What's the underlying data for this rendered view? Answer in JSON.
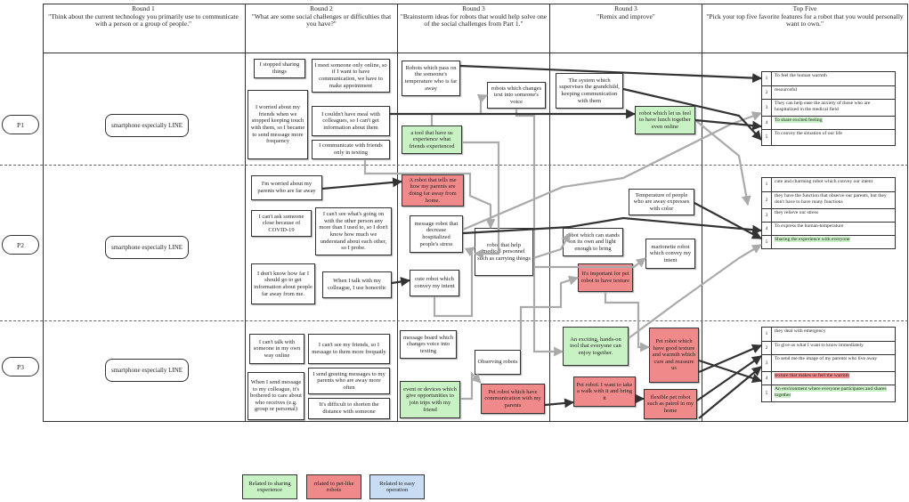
{
  "headers": [
    {
      "round": "Round 1",
      "question": "\"Think about the current technology you primarily use to communicate with a person or a group of people.\""
    },
    {
      "round": "Round 2",
      "question": "\"What are some social challenges or difficulties that you have?\""
    },
    {
      "round": "Round 3",
      "question": "\"Brainstorm ideas for robots that would help solve one of the social challenges from Part 1.\""
    },
    {
      "round": "Round 3",
      "question": "\"Remix and improve\""
    },
    {
      "round": "Top Five",
      "question": "\"Pick your top five favorite features for a robot that you would personally want to own.\""
    }
  ],
  "participants": [
    "P1",
    "P2",
    "P3"
  ],
  "technology": [
    "smartphone especially LINE",
    "smartphone especially LINE",
    "smartphone especially LINE"
  ],
  "round2": {
    "p1": [
      "I stopped sharing things",
      "I meet someone only online, so if I want to have communication, we have to make appointment",
      "I worried about my friends when we stopped keeping touch with them, so I became to send message more frequency",
      "I couldn't have meal with colleagues, so I can't get information about them",
      "I communicate with friends only in texting"
    ],
    "p2": [
      "I'm worried about my parents who are far away",
      "I can't ask someone close because of COVID-19",
      "I can't see what's going on with the other person any more than I used to, so I don't know how much we understand about each other, so I probe.",
      "I don't know how far I should go to get information about people far away from me.",
      "When I talk with my colleague, I use honorific"
    ],
    "p3": [
      "I can't talk with someone in my own way online",
      "I can't see my friends, so I message to them more frequatly",
      "When I send message to my colleague, it's bothered to care about who receives (e.g. group or personal)",
      "I send greeting messages to my parents who are away more often",
      "It's difficult to shorten the distance with someone"
    ]
  },
  "round3a": {
    "p1": [
      "Robots which pass on the someone's temperature who is far away",
      "robots which changes text into someone's voice",
      "a tool that have us experience what friends experienced"
    ],
    "p2": [
      "A robot that tells me how my parents are doing far away from home.",
      "message robot that decrease hospitalized people's stress",
      "robot that help medical personnel such as carrying things",
      "cute robot which convey my intent"
    ],
    "p3": [
      "message board which changes voice into texting",
      "Observing robots",
      "event or devices which give opportunities to join trips with my friend",
      "Pet robot which have communication with my parents"
    ]
  },
  "round3b": {
    "p1": [
      "The system which supervises the grandchild, keeping communication with them",
      "robot which let us feel to have lunch together even online"
    ],
    "p2": [
      "Temperature of people who are away expresses with color",
      "robot which can stands on its own and light enough to bring",
      "marionette robot which convey my intent",
      "It's important for pet robot to have texture"
    ],
    "p3": [
      "An exciting, hands-on tool that everyone can enjoy together.",
      "Pet robot which have good texture and warmth which cure and reassure us",
      "Pet robot: I want to take a walk with it and bring it",
      "flexible pet robot such as patrol in my home"
    ]
  },
  "topfive": {
    "p1": [
      "To feel the human warmth",
      "resourceful",
      "They can help ease the anxiety of those who are hospitalized in the medical field",
      "To share excited feeling",
      "To convey the situation of our life"
    ],
    "p2": [
      "cute and charming robot which convey our intent",
      "they have the function that observe our parents, but they don't have to have many functions",
      "they relieve our stress",
      "To express the human-temperature",
      "Sharing the experience with everyone"
    ],
    "p3": [
      "they deal with emergency",
      "To give us what I want to know immediately",
      "To send me the image of my parents who live away",
      "texture that makes us feel the warmth",
      "An environment where everyone participates and shares together"
    ]
  },
  "legend": [
    {
      "label": "Related to sharing experience",
      "color": "#c9f2c4"
    },
    {
      "label": "rrlated to pet-like robots",
      "color": "#f08a8a"
    },
    {
      "label": "Related to easy operation",
      "color": "#c8dcf4"
    }
  ],
  "colors": {
    "green": "#c9f2c4",
    "pink": "#f08a8a",
    "blue": "#c8dcf4",
    "dark_arrow": "#333333",
    "gray_arrow": "#aaaaaa"
  }
}
